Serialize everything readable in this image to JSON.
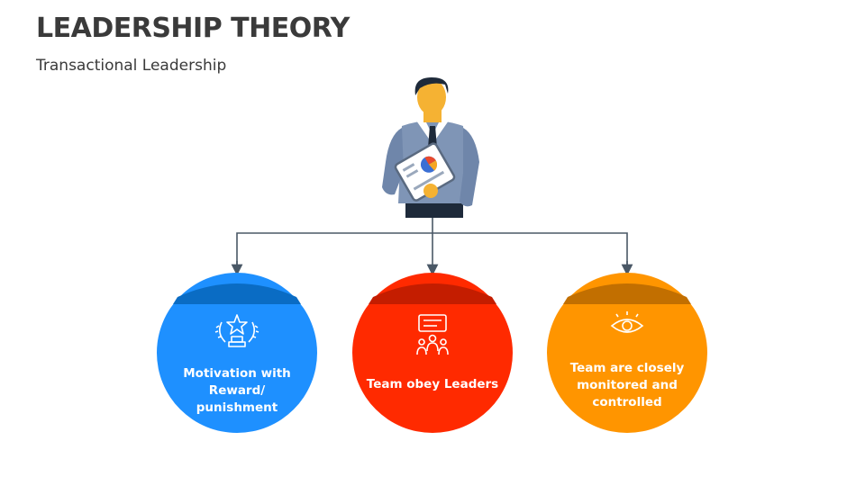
{
  "header": {
    "title": "LEADERSHIP THEORY",
    "subtitle": "Transactional Leadership"
  },
  "diagram": {
    "nodes": [
      {
        "label": "Motivation with Reward/ punishment",
        "icon": "trophy-star-laurel-icon",
        "color": "#1e90ff",
        "cap_color": "#0a6cc4"
      },
      {
        "label": "Team obey Leaders",
        "icon": "team-presentation-icon",
        "color": "#ff2a00",
        "cap_color": "#c41d00"
      },
      {
        "label": "Team are closely monitored and controlled",
        "icon": "eye-icon",
        "color": "#ff9500",
        "cap_color": "#c26f00"
      }
    ],
    "connector_color": "#4a5866"
  }
}
